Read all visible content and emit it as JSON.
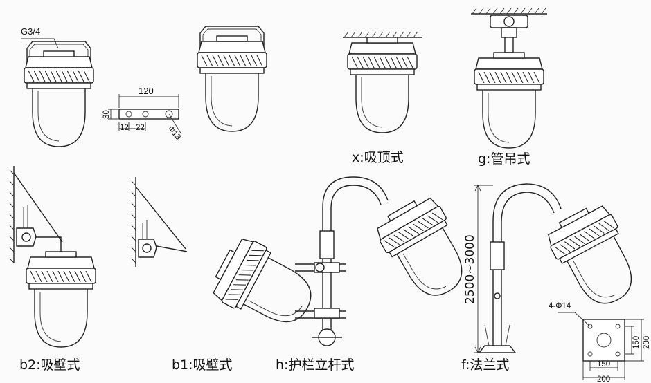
{
  "labels": {
    "thread": "G3/4",
    "ceiling": "x:吸顶式",
    "pipe": "g:管吊式",
    "wall_b2": "b2:吸壁式",
    "wall_b1": "b1:吸壁式",
    "rail": "h:护栏立杆式",
    "flange": "f:法兰式"
  },
  "bracket_dims": {
    "length": "120",
    "height": "30",
    "offset1": "12",
    "offset2": "22",
    "hole": "Φ13"
  },
  "pole_dims": {
    "height_range": "2500~3000"
  },
  "flange_dims": {
    "holes": "4-Φ14",
    "inner": "150",
    "outer": "200"
  }
}
